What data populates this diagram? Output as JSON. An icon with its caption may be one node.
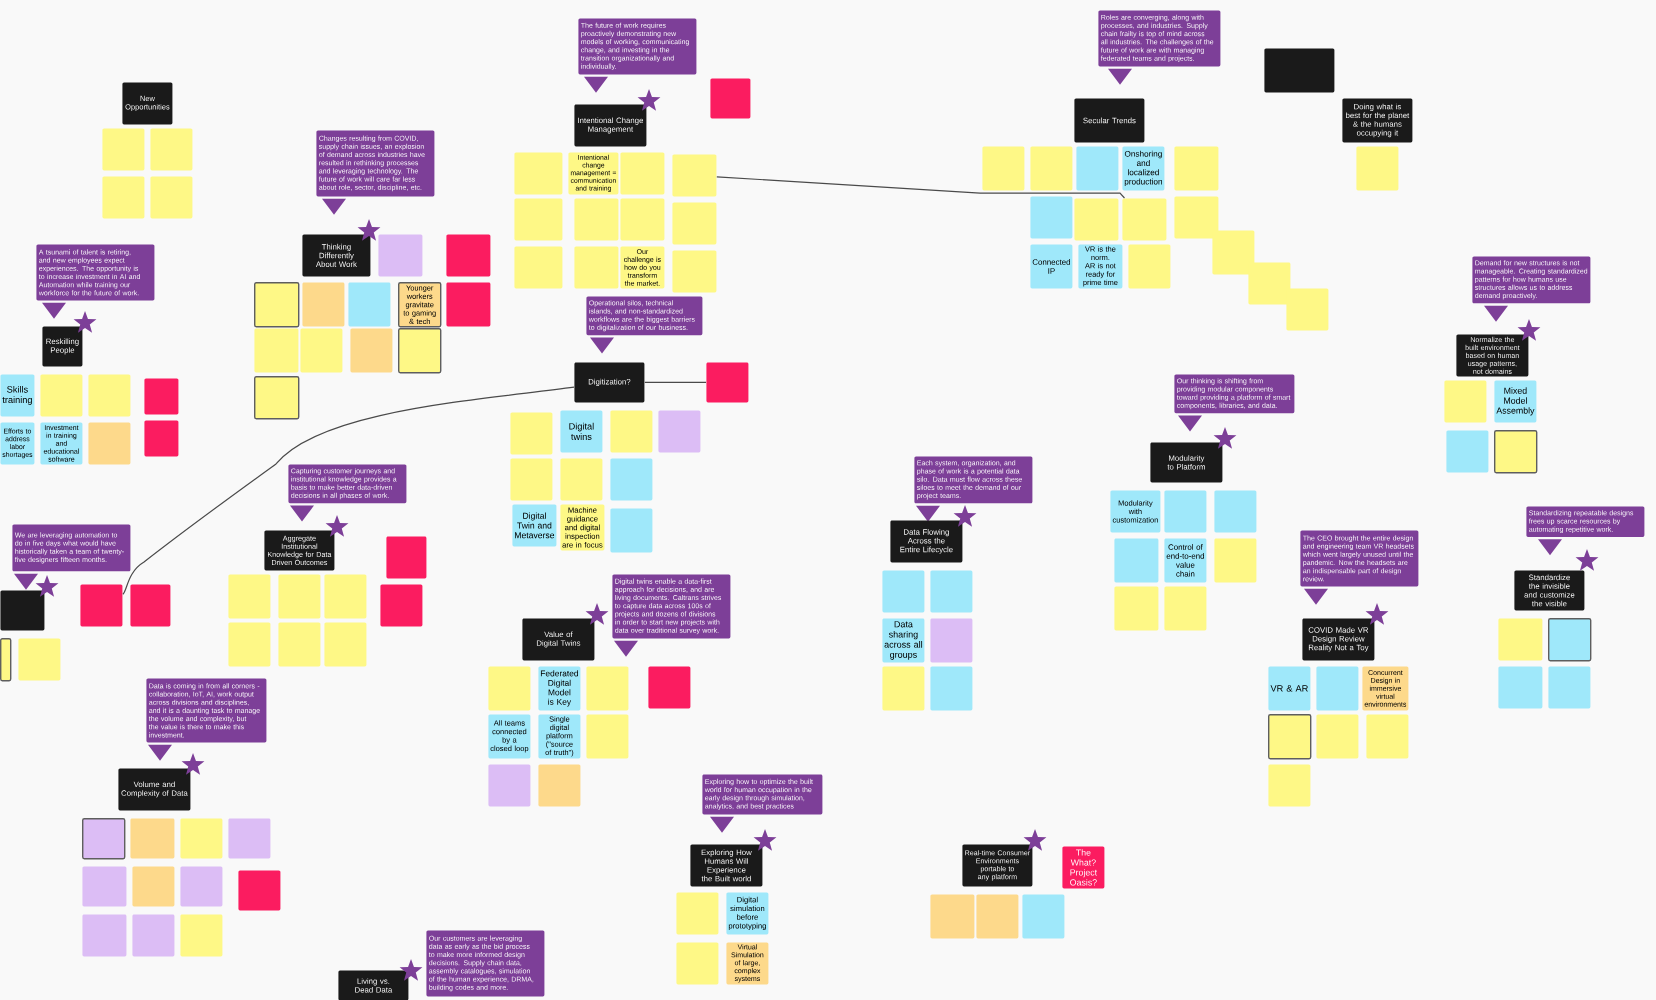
{
  "diagram": {
    "nodes": [
      {
        "text": [
          "New Opportunities"
        ]
      },
      {
        "text": [],
        "shape": "box"
      },
      {
        "text": [],
        "shape": "box"
      },
      {
        "text": [],
        "shape": "box"
      },
      {
        "text": [],
        "shape": "box"
      },
      {
        "text": [
          "The future of work requires proactively demonstrating new models of working, communicating change, and investing in the transition organizationally and individually."
        ]
      },
      {
        "text": [
          "Intentional Change Management"
        ]
      },
      {
        "text": [],
        "shape": "box"
      },
      {
        "text": [],
        "shape": "box"
      },
      {
        "text": [
          "Intentional change management = communication and training"
        ]
      },
      {
        "text": [],
        "shape": "box"
      },
      {
        "text": [],
        "shape": "box"
      },
      {
        "text": [],
        "shape": "box"
      },
      {
        "text": [],
        "shape": "box"
      },
      {
        "text": [],
        "shape": "box"
      },
      {
        "text": [],
        "shape": "box"
      },
      {
        "text": [],
        "shape": "box"
      },
      {
        "text": [],
        "shape": "box"
      },
      {
        "text": [
          "Our challenge is how do you transform the market."
        ]
      },
      {
        "text": [],
        "shape": "box"
      },
      {
        "text": [
          "Changes resulting from COVID, supply chain issues, an explosion of demand across industries have resulted in rethinking processes and leveraging technology. The future of work will care far less about role, sector, discipline, etc."
        ]
      },
      {
        "text": [
          "Thinking Differently About Work"
        ]
      },
      {
        "text": [],
        "shape": "box"
      },
      {
        "text": [],
        "shape": "box"
      },
      {
        "text": [],
        "shape": "box"
      },
      {
        "text": [],
        "shape": "box"
      },
      {
        "text": [],
        "shape": "box"
      },
      {
        "text": [
          "Younger workers gravitate to gaming & tech"
        ]
      },
      {
        "text": [],
        "shape": "box"
      },
      {
        "text": [],
        "shape": "box"
      },
      {
        "text": [],
        "shape": "box"
      },
      {
        "text": [],
        "shape": "box"
      },
      {
        "text": [],
        "shape": "box"
      },
      {
        "text": [],
        "shape": "box"
      },
      {
        "text": [
          "A tsunami of talent is retiring, and new employees expect experiences. The opportunity is to increase investment in AI and Automation while training our workforce for the future of work."
        ]
      },
      {
        "text": [
          "Reskilling People"
        ]
      },
      {
        "text": [
          "Skills training"
        ]
      },
      {
        "text": [],
        "shape": "box"
      },
      {
        "text": [],
        "shape": "box"
      },
      {
        "text": [],
        "shape": "box"
      },
      {
        "text": [
          "Efforts to address labor shortages"
        ]
      },
      {
        "text": [
          "Investment in training and educational software"
        ]
      },
      {
        "text": [],
        "shape": "box"
      },
      {
        "text": [],
        "shape": "box"
      },
      {
        "text": [
          "Operational silos, technical islands, and non-standardized workflows are the biggest barriers to digitalization of our business."
        ]
      },
      {
        "text": [
          "Digitization?"
        ]
      },
      {
        "text": [],
        "shape": "box"
      },
      {
        "text": [],
        "shape": "box"
      },
      {
        "text": [
          "Digital twins"
        ]
      },
      {
        "text": [],
        "shape": "box"
      },
      {
        "text": [],
        "shape": "box"
      },
      {
        "text": [],
        "shape": "box"
      },
      {
        "text": [],
        "shape": "box"
      },
      {
        "text": [],
        "shape": "box"
      },
      {
        "text": [
          "Digital Twin and Metaverse"
        ]
      },
      {
        "text": [
          "Machine guidance and digital inspection are in focus"
        ]
      },
      {
        "text": [],
        "shape": "box"
      },
      {
        "text": [
          "Roles are converging, along with processes, and industries. Supply chain frailty is top of mind across all industries. The challenges of the future of work are with managing federated teams and projects."
        ]
      },
      {
        "text": [
          "Secular Trends"
        ]
      },
      {
        "text": [],
        "shape": "box"
      },
      {
        "text": [],
        "shape": "box"
      },
      {
        "text": [],
        "shape": "box"
      },
      {
        "text": [
          "Onshoring and localized production"
        ]
      },
      {
        "text": [],
        "shape": "box"
      },
      {
        "text": [],
        "shape": "box"
      },
      {
        "text": [],
        "shape": "box"
      },
      {
        "text": [],
        "shape": "box"
      },
      {
        "text": [],
        "shape": "box"
      },
      {
        "text": [
          "Connected IP"
        ]
      },
      {
        "text": [
          "VR is the norm. AR is not ready for prime time"
        ]
      },
      {
        "text": [],
        "shape": "box"
      },
      {
        "text": [],
        "shape": "box"
      },
      {
        "text": [],
        "shape": "box"
      },
      {
        "text": [],
        "shape": "box"
      },
      {
        "text": [],
        "shape": "box"
      },
      {
        "text": [
          "Doing what is best for the planet & the humans occupying it"
        ]
      },
      {
        "text": [],
        "shape": "box"
      },
      {
        "text": [
          "Demand for new structures is not manageable. Creating standardized patterns for how humans use structures allows us to address demand proactively."
        ]
      },
      {
        "text": [
          "Normalize the built environment based on human usage patterns, not domains"
        ]
      },
      {
        "text": [],
        "shape": "box"
      },
      {
        "text": [
          "Mixed Model Assembly"
        ]
      },
      {
        "text": [],
        "shape": "box"
      },
      {
        "text": [],
        "shape": "box"
      },
      {
        "text": [
          "Our thinking is shifting from providing modular components toward providing a platform of smart components, libraries, and data."
        ]
      },
      {
        "text": [
          "Modularity to Platform"
        ]
      },
      {
        "text": [
          "Modularity with customization"
        ]
      },
      {
        "text": [],
        "shape": "box"
      },
      {
        "text": [],
        "shape": "box"
      },
      {
        "text": [],
        "shape": "box"
      },
      {
        "text": [
          "Control of end-to-end value chain"
        ]
      },
      {
        "text": [],
        "shape": "box"
      },
      {
        "text": [],
        "shape": "box"
      },
      {
        "text": [],
        "shape": "box"
      },
      {
        "text": [
          "Capturing customer journeys and institutional knowledge provides a basis to make better data-driven decisions in all phases of work."
        ]
      },
      {
        "text": [
          "Aggregate Institutional Knowledge for Data Driven Outcomes"
        ]
      },
      {
        "text": [],
        "shape": "box"
      },
      {
        "text": [],
        "shape": "box"
      },
      {
        "text": [],
        "shape": "box"
      },
      {
        "text": [],
        "shape": "box"
      },
      {
        "text": [],
        "shape": "box"
      },
      {
        "text": [],
        "shape": "box"
      },
      {
        "text": [],
        "shape": "box"
      },
      {
        "text": [],
        "shape": "box"
      },
      {
        "text": [
          "We are leveraging automation to do in five days what would have historically taken a team of twenty-five designers fifteen months."
        ]
      },
      {
        "text": [],
        "shape": "box"
      },
      {
        "text": [],
        "shape": "box"
      },
      {
        "text": [],
        "shape": "box"
      },
      {
        "text": [],
        "shape": "box"
      },
      {
        "text": [],
        "shape": "box"
      },
      {
        "text": [
          "Each system, organization, and phase of work is a potential data silo. Data must flow across these siloes to meet the demand of our project teams."
        ]
      },
      {
        "text": [
          "Data Flowing Across the Entire Lifecycle"
        ]
      },
      {
        "text": [],
        "shape": "box"
      },
      {
        "text": [],
        "shape": "box"
      },
      {
        "text": [
          "Data sharing across all groups"
        ]
      },
      {
        "text": [],
        "shape": "box"
      },
      {
        "text": [],
        "shape": "box"
      },
      {
        "text": [],
        "shape": "box"
      },
      {
        "text": [
          "Digital twins enable a data-first approach for decisions, and are living documents. Caltrans strives to capture data across 100s of projects and dozens of divisions in order to start new projects with data over traditional survey work."
        ]
      },
      {
        "text": [
          "Value of Digital Twins"
        ]
      },
      {
        "text": [],
        "shape": "box"
      },
      {
        "text": [
          "Federated Digital Model is Key"
        ]
      },
      {
        "text": [],
        "shape": "box"
      },
      {
        "text": [],
        "shape": "box"
      },
      {
        "text": [
          "All teams connected by a closed loop"
        ]
      },
      {
        "text": [
          "Single digital platform (\"source of truth\")"
        ]
      },
      {
        "text": [],
        "shape": "box"
      },
      {
        "text": [],
        "shape": "box"
      },
      {
        "text": [],
        "shape": "box"
      },
      {
        "text": [
          "Standardizing repeatable designs frees up scarce resources by automating repetitive work."
        ]
      },
      {
        "text": [
          "Standardize the invisible and customize the visible"
        ]
      },
      {
        "text": [],
        "shape": "box"
      },
      {
        "text": [],
        "shape": "box"
      },
      {
        "text": [],
        "shape": "box"
      },
      {
        "text": [],
        "shape": "box"
      },
      {
        "text": [
          "The CEO brought the entire design and engineering team VR headsets which went largely unused until the pandemic. Now the headsets are an indispensable part of design review."
        ]
      },
      {
        "text": [
          "COVID Made VR Design Review Reality Not a Toy"
        ]
      },
      {
        "text": [
          "VR & AR"
        ]
      },
      {
        "text": [],
        "shape": "box"
      },
      {
        "text": [
          "Concurrent Design in immersive virtual environments"
        ]
      },
      {
        "text": [],
        "shape": "box"
      },
      {
        "text": [],
        "shape": "box"
      },
      {
        "text": [],
        "shape": "box"
      },
      {
        "text": [],
        "shape": "box"
      },
      {
        "text": [
          "Data is coming in from all corners - collaboration, IoT, AI, work output across divisions and disciplines, and it is a daunting task to manage the volume and complexity, but the value is there to make this investment."
        ]
      },
      {
        "text": [
          "Volume and Complexity of Data"
        ]
      },
      {
        "text": [],
        "shape": "box"
      },
      {
        "text": [],
        "shape": "box"
      },
      {
        "text": [],
        "shape": "box"
      },
      {
        "text": [],
        "shape": "box"
      },
      {
        "text": [],
        "shape": "box"
      },
      {
        "text": [],
        "shape": "box"
      },
      {
        "text": [],
        "shape": "box"
      },
      {
        "text": [],
        "shape": "box"
      },
      {
        "text": [],
        "shape": "box"
      },
      {
        "text": [],
        "shape": "box"
      },
      {
        "text": [],
        "shape": "box"
      },
      {
        "text": [
          "Exploring how to optimize the built world for human occupation in the early design through simulation, analytics, and best practices"
        ]
      },
      {
        "text": [
          "Exploring How Humans Will Experience the Built world"
        ]
      },
      {
        "text": [],
        "shape": "box"
      },
      {
        "text": [
          "Digital simulation before prototyping"
        ]
      },
      {
        "text": [],
        "shape": "box"
      },
      {
        "text": [
          "Virtual Simulation of large, complex systems"
        ]
      },
      {
        "text": [
          "Real-time Consumer Environments portable to any platform"
        ]
      },
      {
        "text": [
          "The What? Project Oasis?"
        ]
      },
      {
        "text": [],
        "shape": "box"
      },
      {
        "text": [],
        "shape": "box"
      },
      {
        "text": [],
        "shape": "box"
      },
      {
        "text": [
          "Our customers are leveraging data as early as the bid process to make more informed design decisions. Supply chain data, assembly catalogues, simulation of the human experience, DRMA, building codes and more."
        ]
      },
      {
        "text": [
          "Living vs. Dead Data"
        ]
      }
    ],
    "edges": [
      {
        "from": 11,
        "to": 66,
        "arrow": "none"
      },
      {
        "from": 45,
        "to": 46,
        "arrow": "none"
      },
      {
        "from": 107,
        "to": 45,
        "arrow": "none"
      }
    ]
  }
}
